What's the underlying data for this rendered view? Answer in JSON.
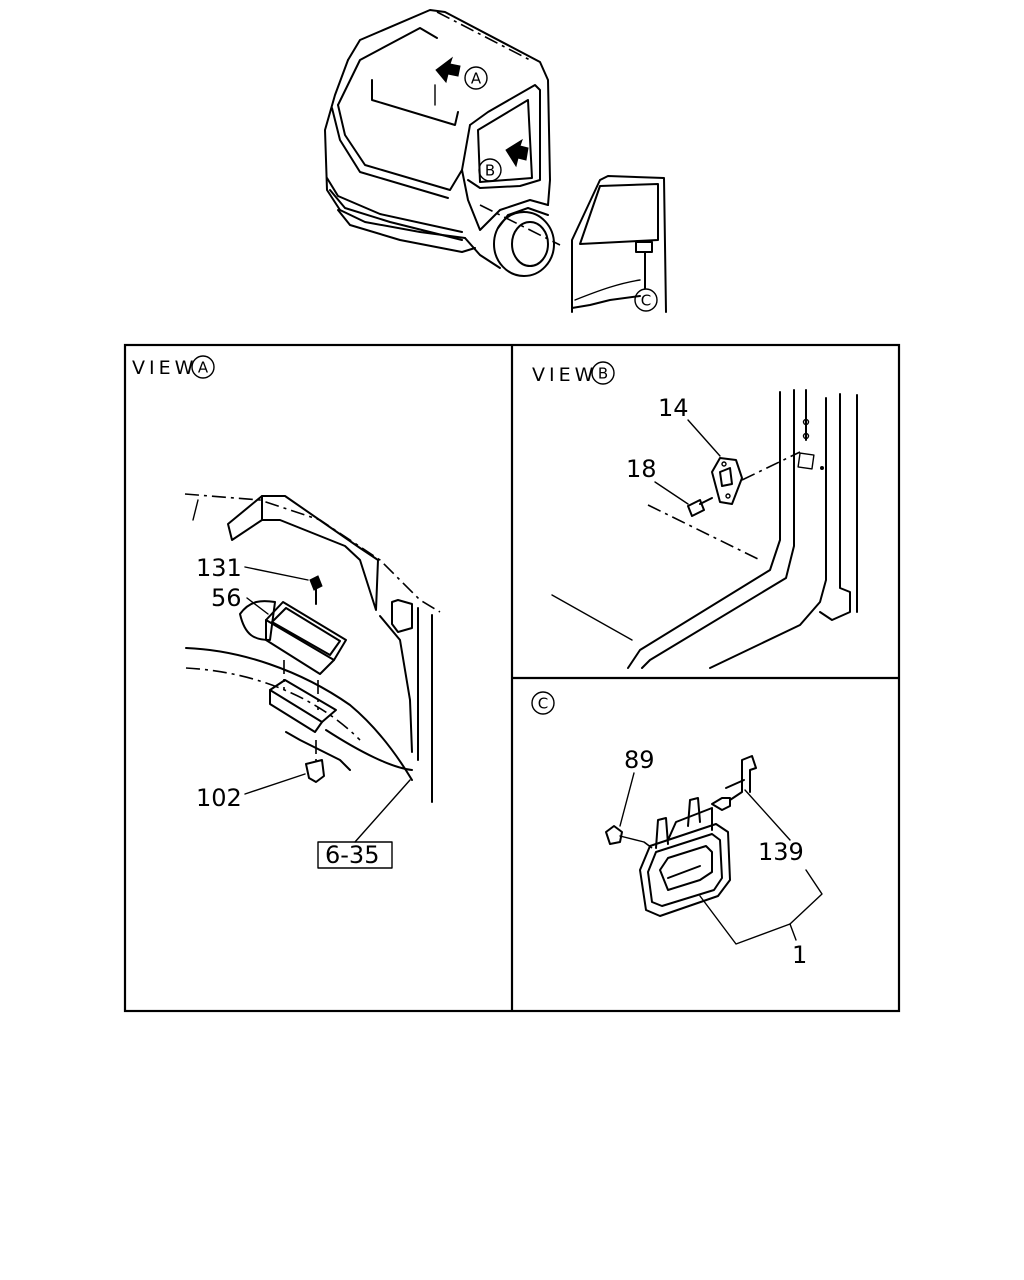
{
  "views": {
    "a_title": "VIEW",
    "a_mark": "A",
    "b_title": "VIEW",
    "b_mark": "B",
    "c_mark": "C"
  },
  "overview": {
    "marker_a": "A",
    "marker_b": "B",
    "marker_c": "C"
  },
  "parts": {
    "p131": "131",
    "p56": "56",
    "p102": "102",
    "ref": "6-35",
    "p14": "14",
    "p18": "18",
    "p89": "89",
    "p139": "139",
    "p1": "1"
  }
}
